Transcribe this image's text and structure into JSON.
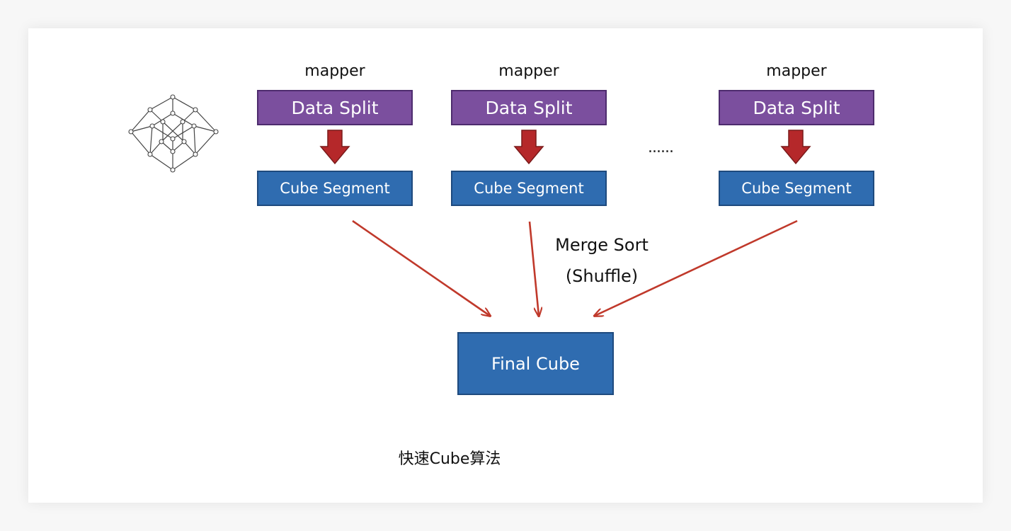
{
  "columns": [
    {
      "mapper": "mapper",
      "split": "Data Split",
      "segment": "Cube Segment"
    },
    {
      "mapper": "mapper",
      "split": "Data Split",
      "segment": "Cube Segment"
    },
    {
      "mapper": "mapper",
      "split": "Data Split",
      "segment": "Cube Segment"
    }
  ],
  "ellipsis": "......",
  "merge": {
    "line1": "Merge Sort",
    "line2": "(Shuffle)"
  },
  "final": "Final Cube",
  "caption": "快速Cube算法",
  "colors": {
    "split_fill": "#7b4f9e",
    "segment_fill": "#2f6cb0",
    "arrow": "#c0392b",
    "block_arrow": "#b5282a"
  },
  "icons": [
    "lattice-cube-icon"
  ]
}
